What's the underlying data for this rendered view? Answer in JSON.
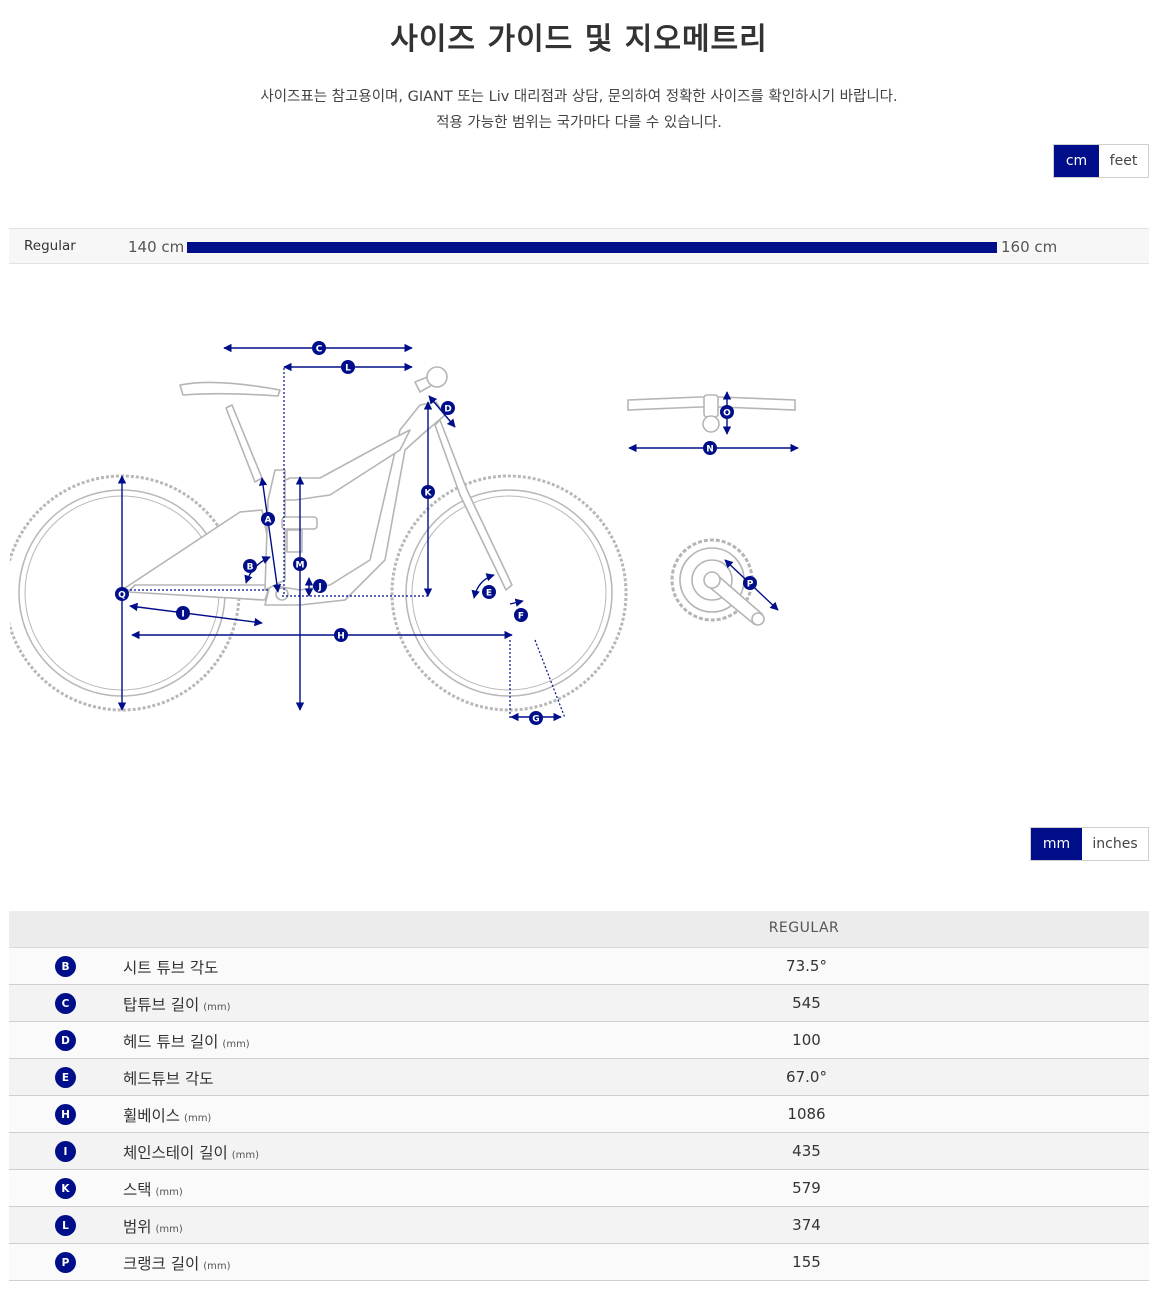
{
  "header": {
    "title": "사이즈 가이드 및 지오메트리",
    "intro_line1": "사이즈표는 참고용이며, GIANT 또는 Liv 대리점과 상담, 문의하여 정확한 사이즈를 확인하시기 바랍니다.",
    "intro_line2": "적용 가능한 범위는 국가마다 다를 수 있습니다."
  },
  "height_unit_toggle": {
    "options": [
      "cm",
      "feet"
    ],
    "selected": "cm"
  },
  "size_range": {
    "size": "Regular",
    "min": "140 cm",
    "max": "160 cm"
  },
  "diagram": {
    "labels": [
      "A",
      "B",
      "C",
      "D",
      "E",
      "F",
      "G",
      "H",
      "I",
      "J",
      "K",
      "L",
      "M",
      "N",
      "O",
      "P",
      "Q"
    ],
    "colors": {
      "accent": "#000e8a",
      "frame": "#b5b5b5",
      "dotted": "#000e8a"
    }
  },
  "length_unit_toggle": {
    "options": [
      "mm",
      "inches"
    ],
    "selected": "mm"
  },
  "geometry": {
    "column": "REGULAR",
    "rows": [
      {
        "badge": "B",
        "name": "시트 튜브 각도",
        "unit": "",
        "value": "73.5°"
      },
      {
        "badge": "C",
        "name": "탑튜브 길이",
        "unit": "(mm)",
        "value": "545"
      },
      {
        "badge": "D",
        "name": "헤드 튜브 길이",
        "unit": "(mm)",
        "value": "100"
      },
      {
        "badge": "E",
        "name": "헤드튜브 각도",
        "unit": "",
        "value": "67.0°"
      },
      {
        "badge": "H",
        "name": "휠베이스",
        "unit": "(mm)",
        "value": "1086"
      },
      {
        "badge": "I",
        "name": "체인스테이 길이",
        "unit": "(mm)",
        "value": "435"
      },
      {
        "badge": "K",
        "name": "스택",
        "unit": "(mm)",
        "value": "579"
      },
      {
        "badge": "L",
        "name": "범위",
        "unit": "(mm)",
        "value": "374"
      },
      {
        "badge": "P",
        "name": "크랭크 길이",
        "unit": "(mm)",
        "value": "155"
      }
    ]
  }
}
